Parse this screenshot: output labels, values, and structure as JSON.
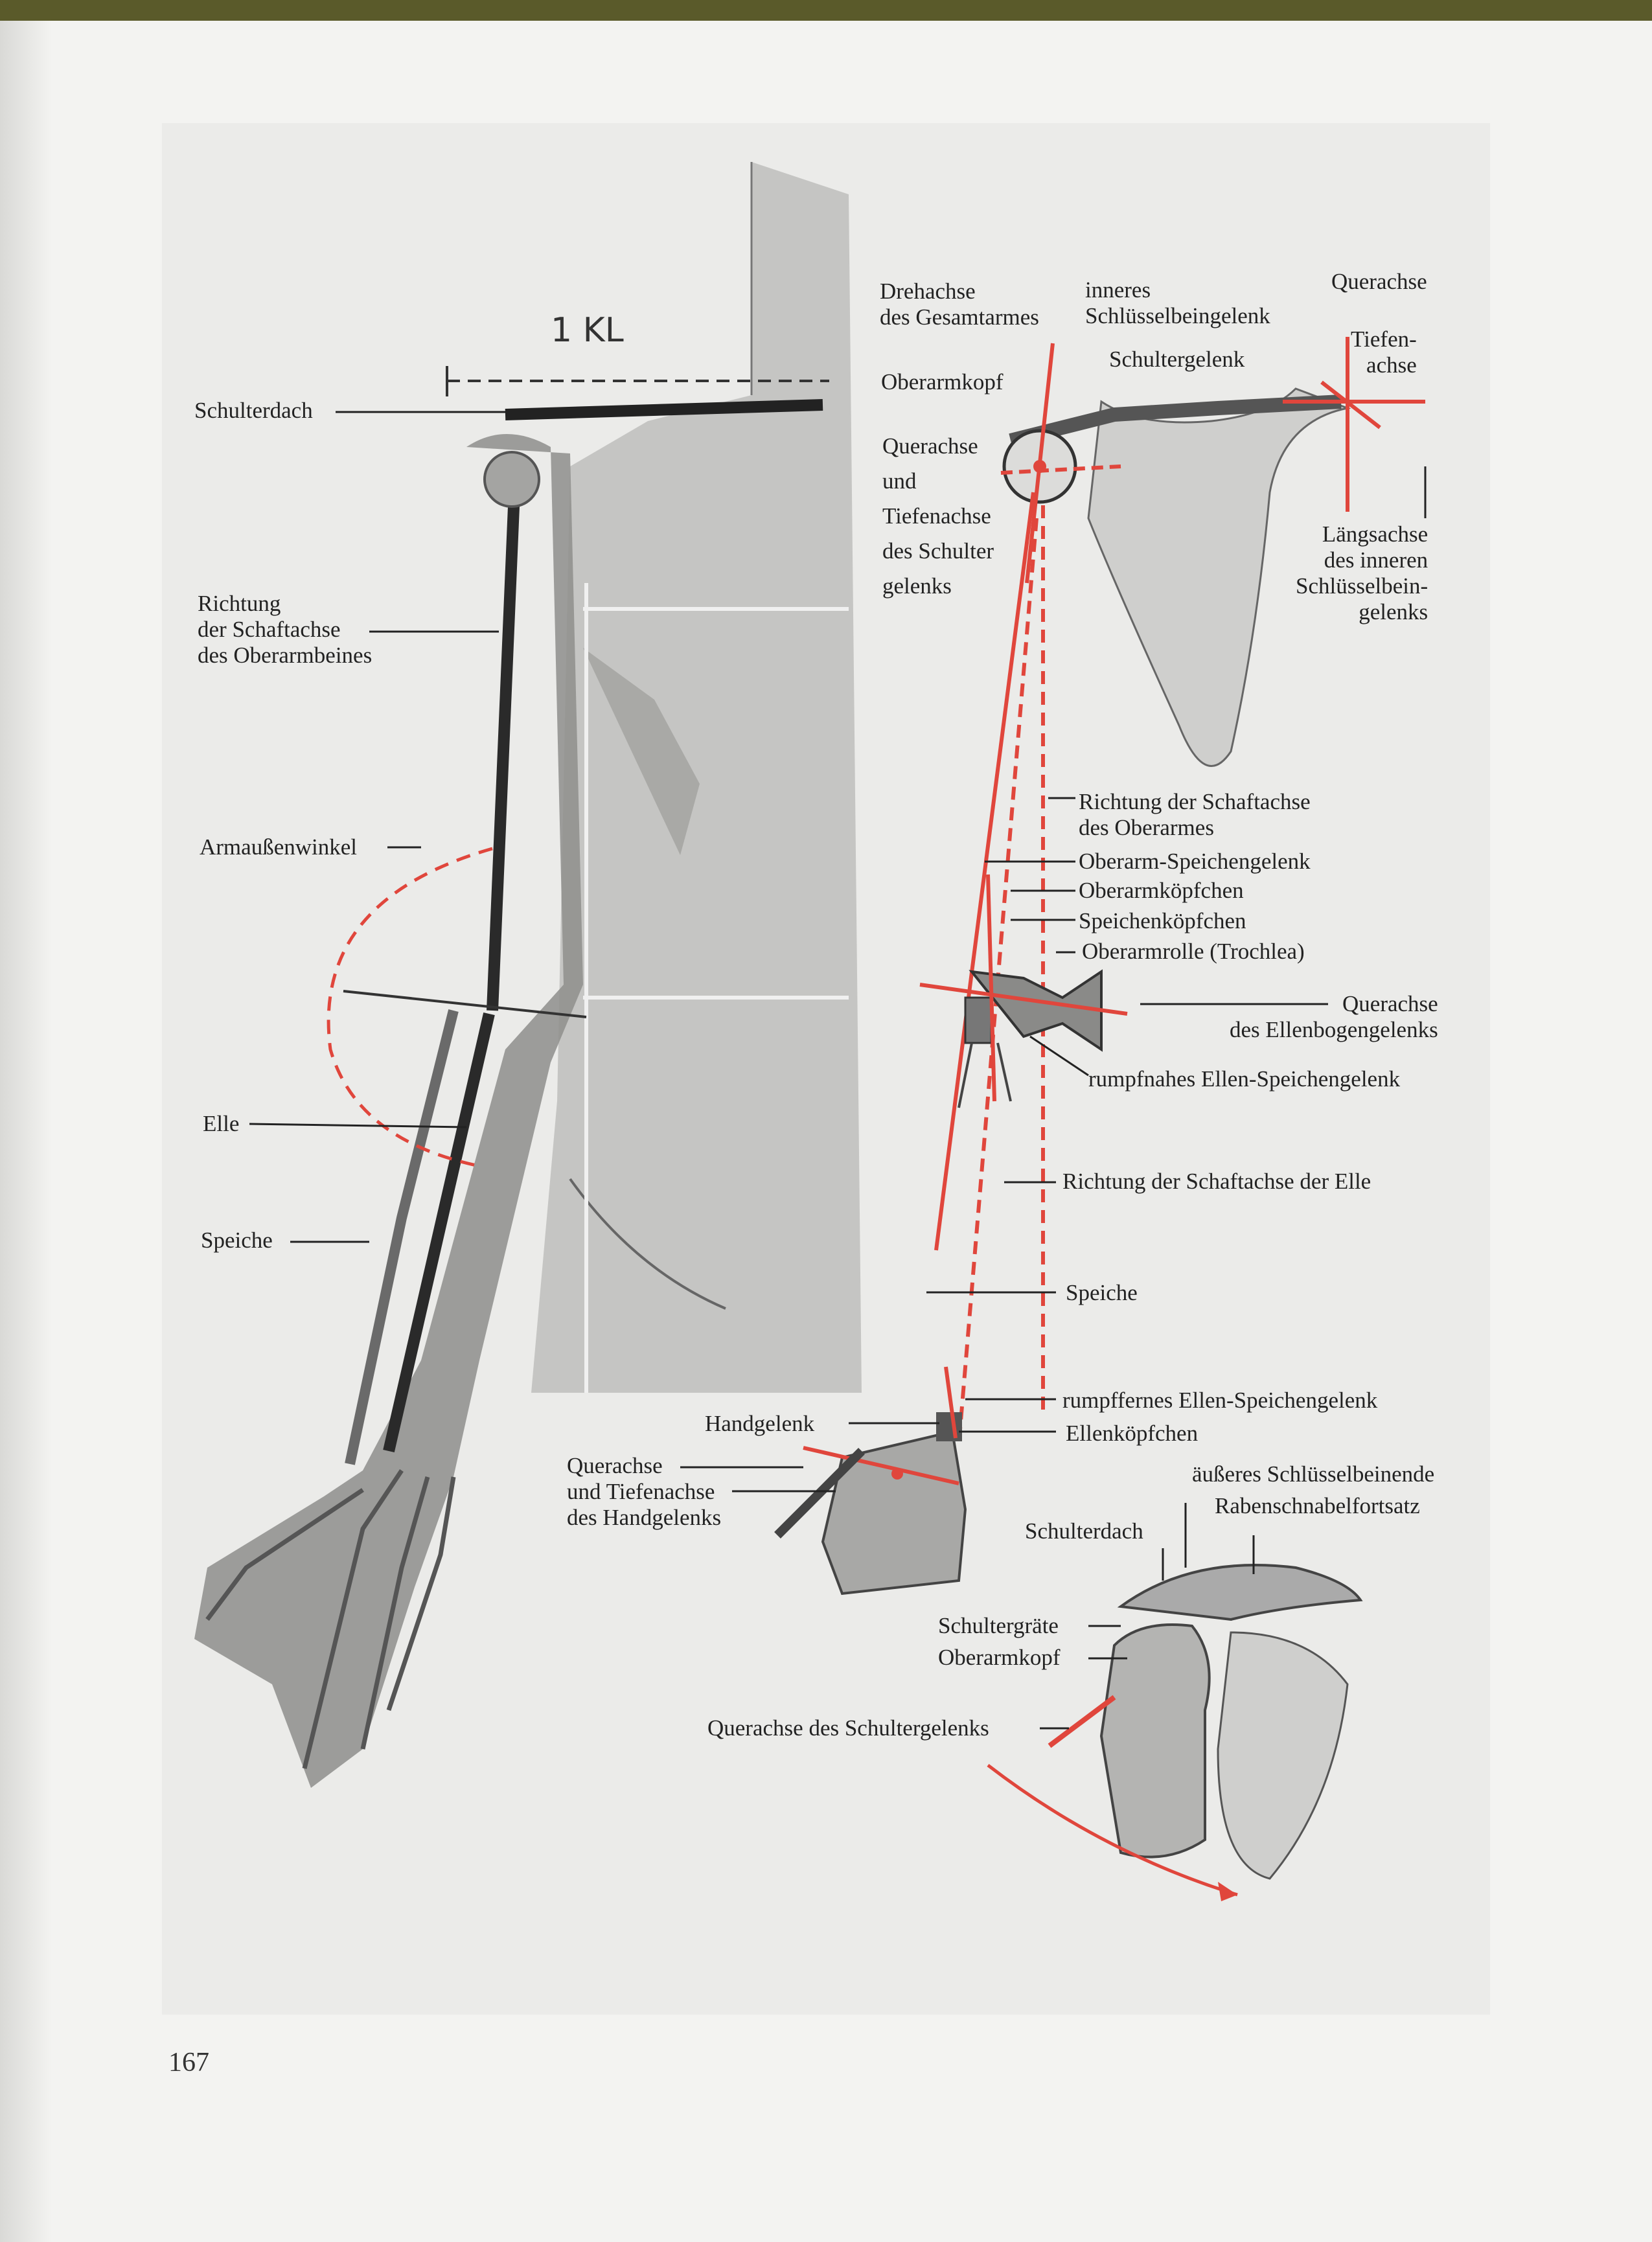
{
  "page_number": "167",
  "handwritten_note": "1 KL",
  "labels": {
    "schulterdach_left": "Schulterdach",
    "richtung_oberarmbeines": "Richtung\nder Schaftachse\ndes Oberarmbeines",
    "armaussenwinkel": "Armaußenwinkel",
    "elle_left": "Elle",
    "speiche_left": "Speiche",
    "drehachse": "Drehachse\ndes Gesamtarmes",
    "inneres_gelenk": "inneres\nSchlüsselbeingelenk",
    "querachse_top": "Querachse",
    "tiefenachse_top": "Tiefen-\nachse",
    "schultergelenk": "Schultergelenk",
    "oberarmkopf_top": "Oberarmkopf",
    "querachse_tiefenachse_schulter": "Querachse\nund\nTiefenachse\ndes Schulter\ngelenks",
    "laengsachse": "Längsachse\ndes inneren\nSchlüsselbein-\ngelenks",
    "richtung_oberarmes": "Richtung der Schaftachse\ndes Oberarmes",
    "oberarm_speichengelenk": "Oberarm-Speichengelenk",
    "oberarmkoepfchen": "Oberarmköpfchen",
    "speichenkoepfchen": "Speichenköpfchen",
    "oberarmrolle": "Oberarmrolle (Trochlea)",
    "querachse_ellenbogen": "Querachse\ndes Ellenbogengelenks",
    "rumpfnahes": "rumpfnahes Ellen-Speichengelenk",
    "richtung_elle": "Richtung der Schaftachse der Elle",
    "speiche_right": "Speiche",
    "rumpffernes": "rumpffernes Ellen-Speichengelenk",
    "handgelenk": "Handgelenk",
    "ellenkoepfchen": "Ellenköpfchen",
    "querachse_handgelenk": "Querachse\nund Tiefenachse\ndes Handgelenks",
    "aeusseres_ende": "äußeres Schlüsselbeinende",
    "rabenschnabel": "Rabenschnabelfortsatz",
    "schulterdach_right": "Schulterdach",
    "schultergraete": "Schultergräte",
    "oberarmkopf_bottom": "Oberarmkopf",
    "querachse_schultergelenk": "Querachse des Schultergelenks"
  },
  "colors": {
    "axis_red": "#e0463c",
    "bone_dark": "#4a4a4a",
    "sketch_gray": "#9a9a9a",
    "bone_light": "#c9c9c9"
  }
}
